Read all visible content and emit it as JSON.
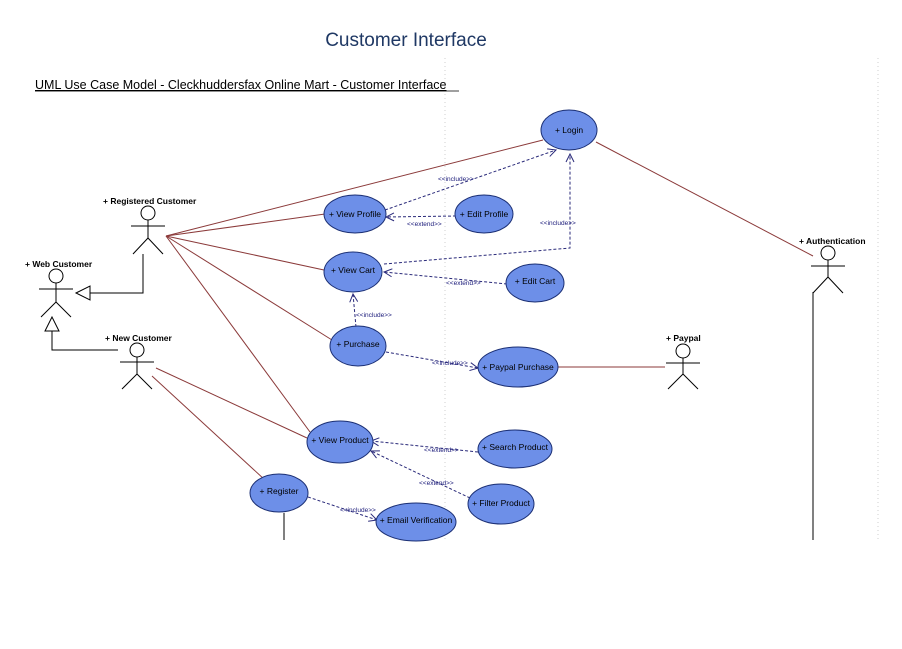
{
  "page": {
    "title": "Customer Interface"
  },
  "diagram": {
    "title": "UML Use Case Model - Cleckhuddersfax Online Mart - Customer Interface",
    "actors": {
      "registered_customer": "+ Registered Customer",
      "web_customer": "+ Web Customer",
      "new_customer": "+ New Customer",
      "authentication": "+ Authentication",
      "paypal": "+ Paypal"
    },
    "use_cases": {
      "login": "+ Login",
      "view_profile": "+ View Profile",
      "edit_profile": "+ Edit Profile",
      "view_cart": "+ View Cart",
      "edit_cart": "+ Edit Cart",
      "purchase": "+ Purchase",
      "paypal_purchase": "+ Paypal Purchase",
      "view_product": "+ View Product",
      "search_product": "+ Search Product",
      "filter_product": "+ Filter Product",
      "register": "+ Register",
      "email_verification": "+ Email Verification"
    },
    "stereotypes": {
      "include": "<<include>>",
      "extend": "<<extend>>"
    },
    "colors": {
      "use_case_fill": "#6d8fe8",
      "use_case_stroke": "#1b2f74",
      "association": "#8b3a3a",
      "dependency": "#2a2a7a",
      "title": "#1f3864"
    }
  }
}
